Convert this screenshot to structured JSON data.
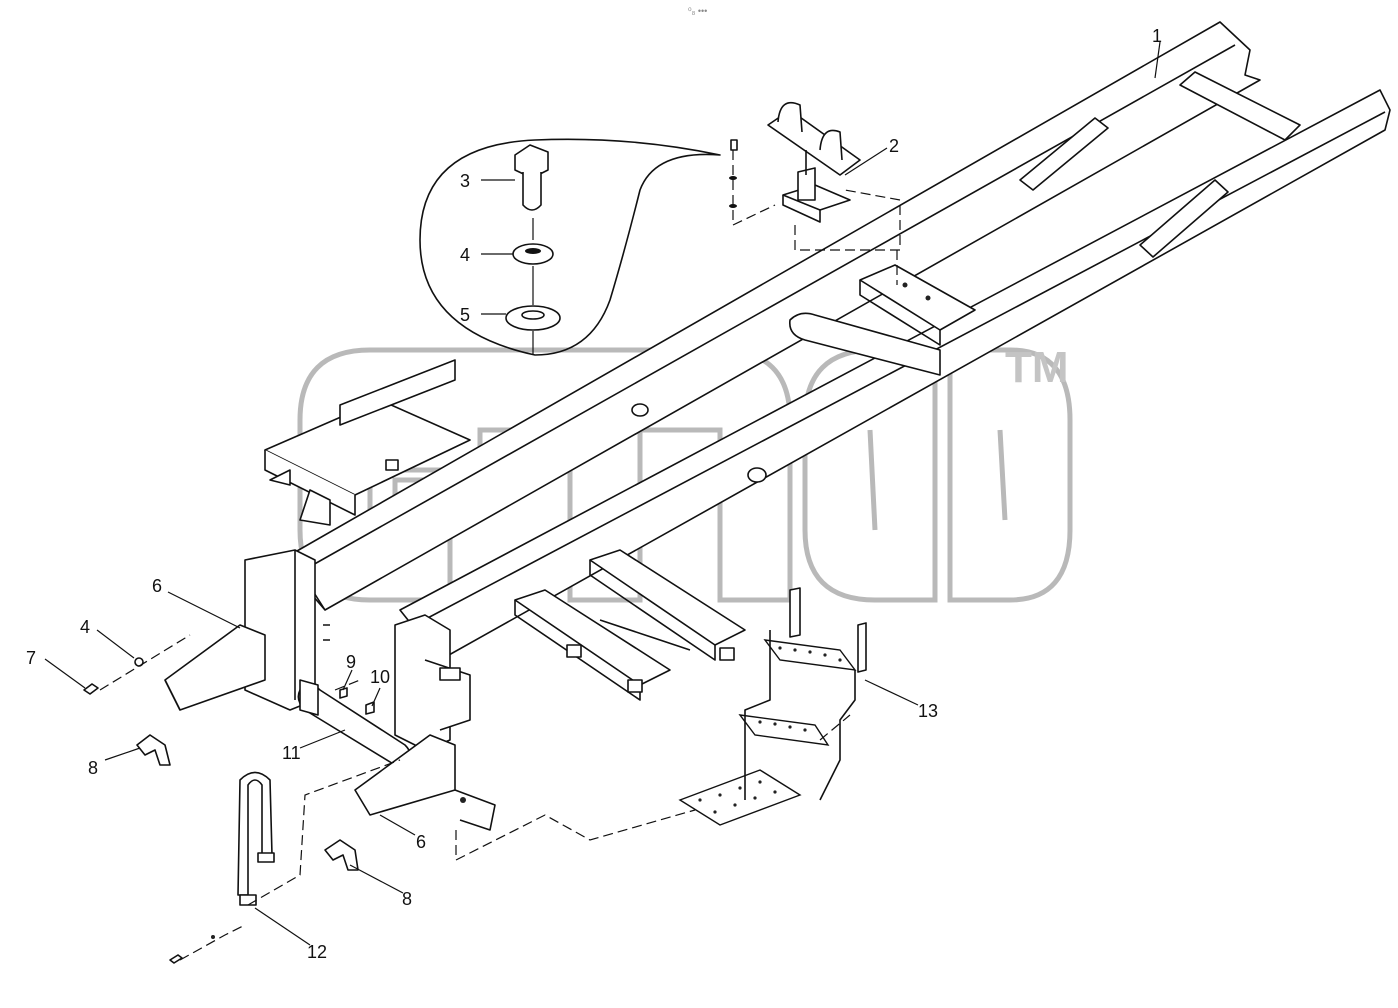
{
  "callouts": {
    "c1": "1",
    "c2": "2",
    "c3": "3",
    "c4a": "4",
    "c4b": "4",
    "c5": "5",
    "c6a": "6",
    "c6b": "6",
    "c7": "7",
    "c8a": "8",
    "c8b": "8",
    "c9": "9",
    "c10": "10",
    "c11": "11",
    "c12": "12",
    "c13": "13"
  },
  "watermark": {
    "trademark": "TM",
    "color": "#c4c4c4"
  },
  "top_mark": "⁰₈ •••",
  "colors": {
    "line": "#111111",
    "background": "#ffffff",
    "watermark": "#b9b9b9"
  }
}
